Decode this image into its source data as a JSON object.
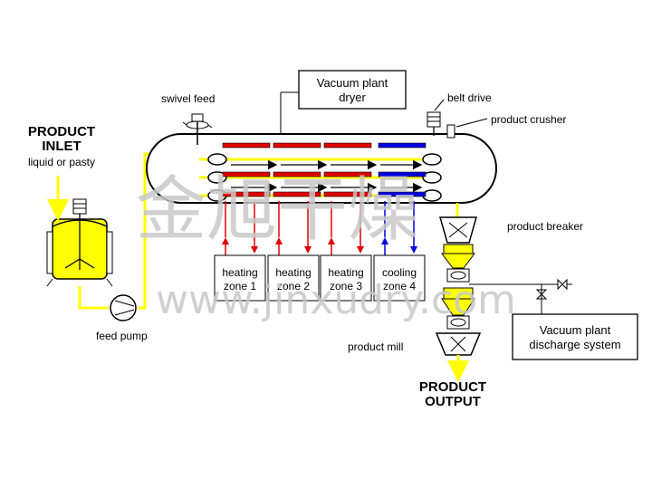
{
  "labels": {
    "product_inlet_title": "PRODUCT",
    "product_inlet_title2": "INLET",
    "product_inlet_sub": "liquid or pasty",
    "swivel_feed": "swivel feed",
    "vacuum_dryer_line1": "Vacuum plant",
    "vacuum_dryer_line2": "dryer",
    "belt_drive": "belt drive",
    "product_crusher": "product crusher",
    "product_breaker": "product breaker",
    "feed_pump": "feed pump",
    "product_mill": "product mill",
    "product_output_line1": "PRODUCT",
    "product_output_line2": "OUTPUT",
    "discharge_line1": "Vacuum plant",
    "discharge_line2": "discharge system"
  },
  "zones": [
    {
      "line1": "heating",
      "line2": "zone 1",
      "color": "#e00000"
    },
    {
      "line1": "heating",
      "line2": "zone 2",
      "color": "#e00000"
    },
    {
      "line1": "heating",
      "line2": "zone 3",
      "color": "#e00000"
    },
    {
      "line1": "cooling",
      "line2": "zone 4",
      "color": "#0000e0"
    }
  ],
  "watermark": {
    "chinese": "金旭干燥",
    "url": "www.jinxudry.com"
  },
  "colors": {
    "product": "#ffff00",
    "heating": "#e00000",
    "cooling": "#0000e0",
    "line": "#000000"
  }
}
